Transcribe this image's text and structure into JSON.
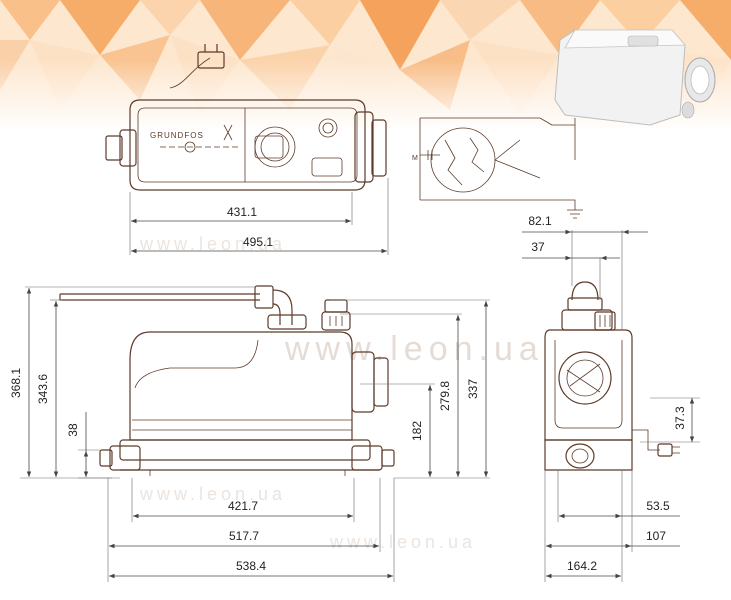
{
  "brand_mark": "GRUNDFOS",
  "watermark": "www.leon.ua",
  "top_view": {
    "dim_inner_width": "431.1",
    "dim_outer_width": "495.1"
  },
  "front_view": {
    "dim_total_height": "368.1",
    "dim_body_height": "343.6",
    "dim_inlet_height": "38",
    "dim_outlet_height": "182",
    "dim_side_inlet_height": "279.8",
    "dim_top_height": "337",
    "dim_base_width": "421.7",
    "dim_inlet_span": "517.7",
    "dim_total_width": "538.4"
  },
  "side_view": {
    "dim_top_offset": "82.1",
    "dim_top_inner": "37",
    "dim_cable_height": "37.3",
    "dim_inlet_offset": "53.5",
    "dim_side_offset": "107",
    "dim_depth": "164.2"
  },
  "colors": {
    "outline": "#5c3b2a",
    "accent_orange": "#f5a25d",
    "accent_light": "#fde1c4"
  }
}
